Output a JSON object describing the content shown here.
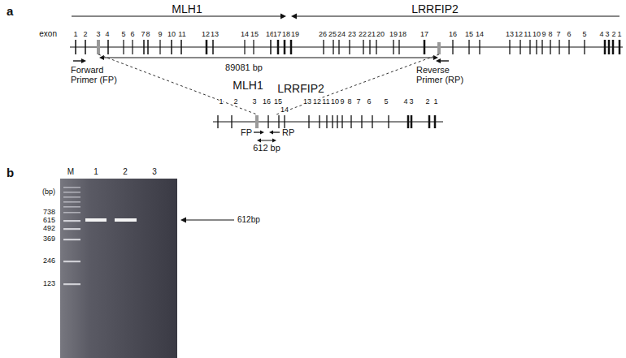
{
  "diagram": {
    "labels": [
      "a",
      "MLH1",
      "LRRFIP2",
      "exon",
      "1",
      "2",
      "3",
      "4",
      "5",
      "6",
      "7",
      "8",
      "9",
      "10",
      "11",
      "12",
      "13",
      "14",
      "15",
      "16",
      "17",
      "18",
      "19",
      "26",
      "25",
      "24",
      "23",
      "22",
      "21",
      "20",
      "19",
      "18",
      "17",
      "16",
      "15",
      "14",
      "13",
      "12",
      "11",
      "10",
      "9",
      "8",
      "7",
      "6",
      "5",
      "4",
      "3",
      "2",
      "1",
      "Forward Primer (FP)",
      "89081 bp",
      "Reverse Primer (RP)",
      "MLH1",
      "LRRFIP2",
      "1",
      "2",
      "3",
      "16",
      "15",
      "14",
      "13",
      "12",
      "11",
      "10",
      "9",
      "8",
      "7",
      "6",
      "5",
      "4",
      "3",
      "2",
      "1",
      "FP",
      "RP",
      "612 bp",
      "b",
      "M",
      "1",
      "2",
      "3",
      "(bp)",
      "738",
      "615",
      "492",
      "369",
      "246",
      "123",
      "612bp"
    ]
  }
}
